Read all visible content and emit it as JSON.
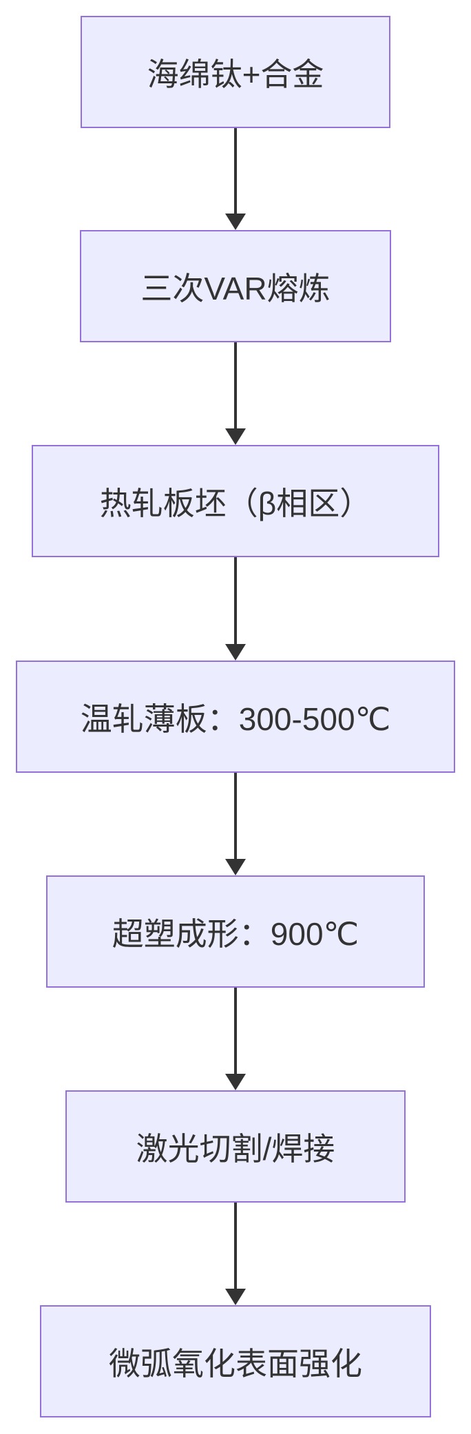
{
  "diagram": {
    "type": "flowchart",
    "direction": "top-down",
    "colors": {
      "node_fill": "#ECECFF",
      "node_border": "#9370DB",
      "arrow": "#333333",
      "text": "#333333",
      "background": "#FFFFFF"
    },
    "nodes": [
      {
        "id": "n1",
        "label": "海绵钛+合金"
      },
      {
        "id": "n2",
        "label": "三次VAR熔炼"
      },
      {
        "id": "n3",
        "label": "热轧板坯（β相区）"
      },
      {
        "id": "n4",
        "label": "温轧薄板：300-500℃"
      },
      {
        "id": "n5",
        "label": "超塑成形：900℃"
      },
      {
        "id": "n6",
        "label": "激光切割/焊接"
      },
      {
        "id": "n7",
        "label": "微弧氧化表面强化"
      }
    ],
    "edges": [
      {
        "from": "n1",
        "to": "n2"
      },
      {
        "from": "n2",
        "to": "n3"
      },
      {
        "from": "n3",
        "to": "n4"
      },
      {
        "from": "n4",
        "to": "n5"
      },
      {
        "from": "n5",
        "to": "n6"
      },
      {
        "from": "n6",
        "to": "n7"
      }
    ]
  }
}
